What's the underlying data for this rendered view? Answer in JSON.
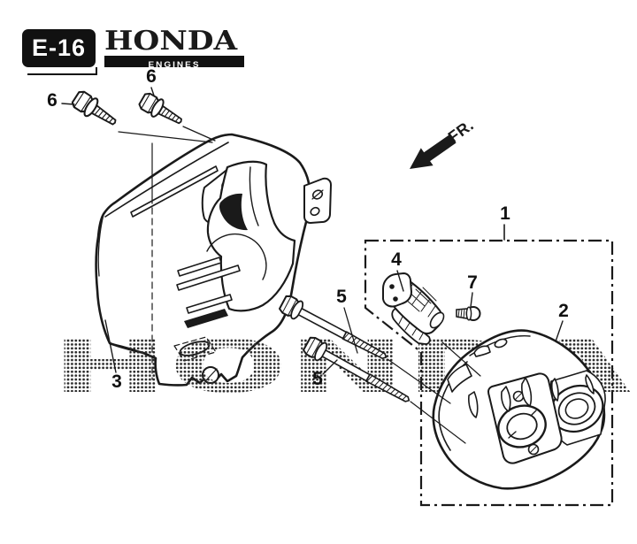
{
  "header": {
    "page_code": "E-16",
    "brand": "HONDA",
    "brand_sub": "ENGINES"
  },
  "direction": {
    "label": "FR."
  },
  "watermark": {
    "text": "HONDA"
  },
  "callouts": {
    "c1": "1",
    "c2": "2",
    "c3": "3",
    "c4": "4",
    "c5": "5",
    "c6": "6",
    "c7": "7"
  },
  "colors": {
    "ink": "#1a1a1a",
    "paper": "#ffffff",
    "header_bg": "#111111",
    "header_fg": "#ffffff"
  }
}
